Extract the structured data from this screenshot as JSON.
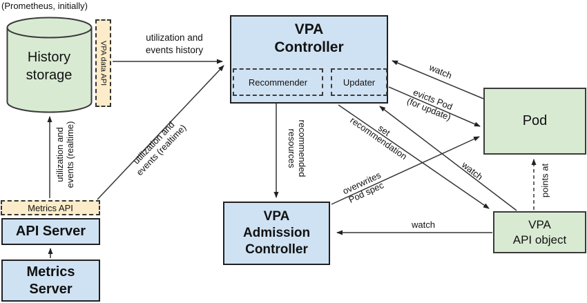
{
  "colors": {
    "green": "#d9ead3",
    "blue": "#cfe2f3",
    "cream": "#fcecc9",
    "border": "#1f1f1f",
    "line": "#333333"
  },
  "annotation": {
    "prometheus_note": "(Prometheus, initially)"
  },
  "nodes": {
    "history_storage": "History\nstorage",
    "vpa_data_api": "VPA data API",
    "metrics_api": "Metrics API",
    "api_server": "API Server",
    "metrics_server": "Metrics\nServer",
    "vpa_controller": "VPA\nController",
    "recommender": "Recommender",
    "updater": "Updater",
    "pod": "Pod",
    "vpa_api_object": "VPA\nAPI object",
    "vpa_admission_controller": "VPA\nAdmission\nController"
  },
  "edges": {
    "utilization_events_history": "utilization and\nevents history",
    "utilization_events_realtime_vertical": "utilization and\nevents (realtime)",
    "utilization_events_realtime_diagonal": "utilization and\nevents (realtime)",
    "watch_pod_controller": "watch",
    "evicts_pod": "evicts Pod\n(for update)",
    "set_recommendation": "set\nrecommendation",
    "watch_object_controller": "watch",
    "recommended_resources": "recommended\nresources",
    "overwrites_pod_spec": "overwrites\nPod spec",
    "watch_object_admission": "watch",
    "points_at": "points at"
  }
}
